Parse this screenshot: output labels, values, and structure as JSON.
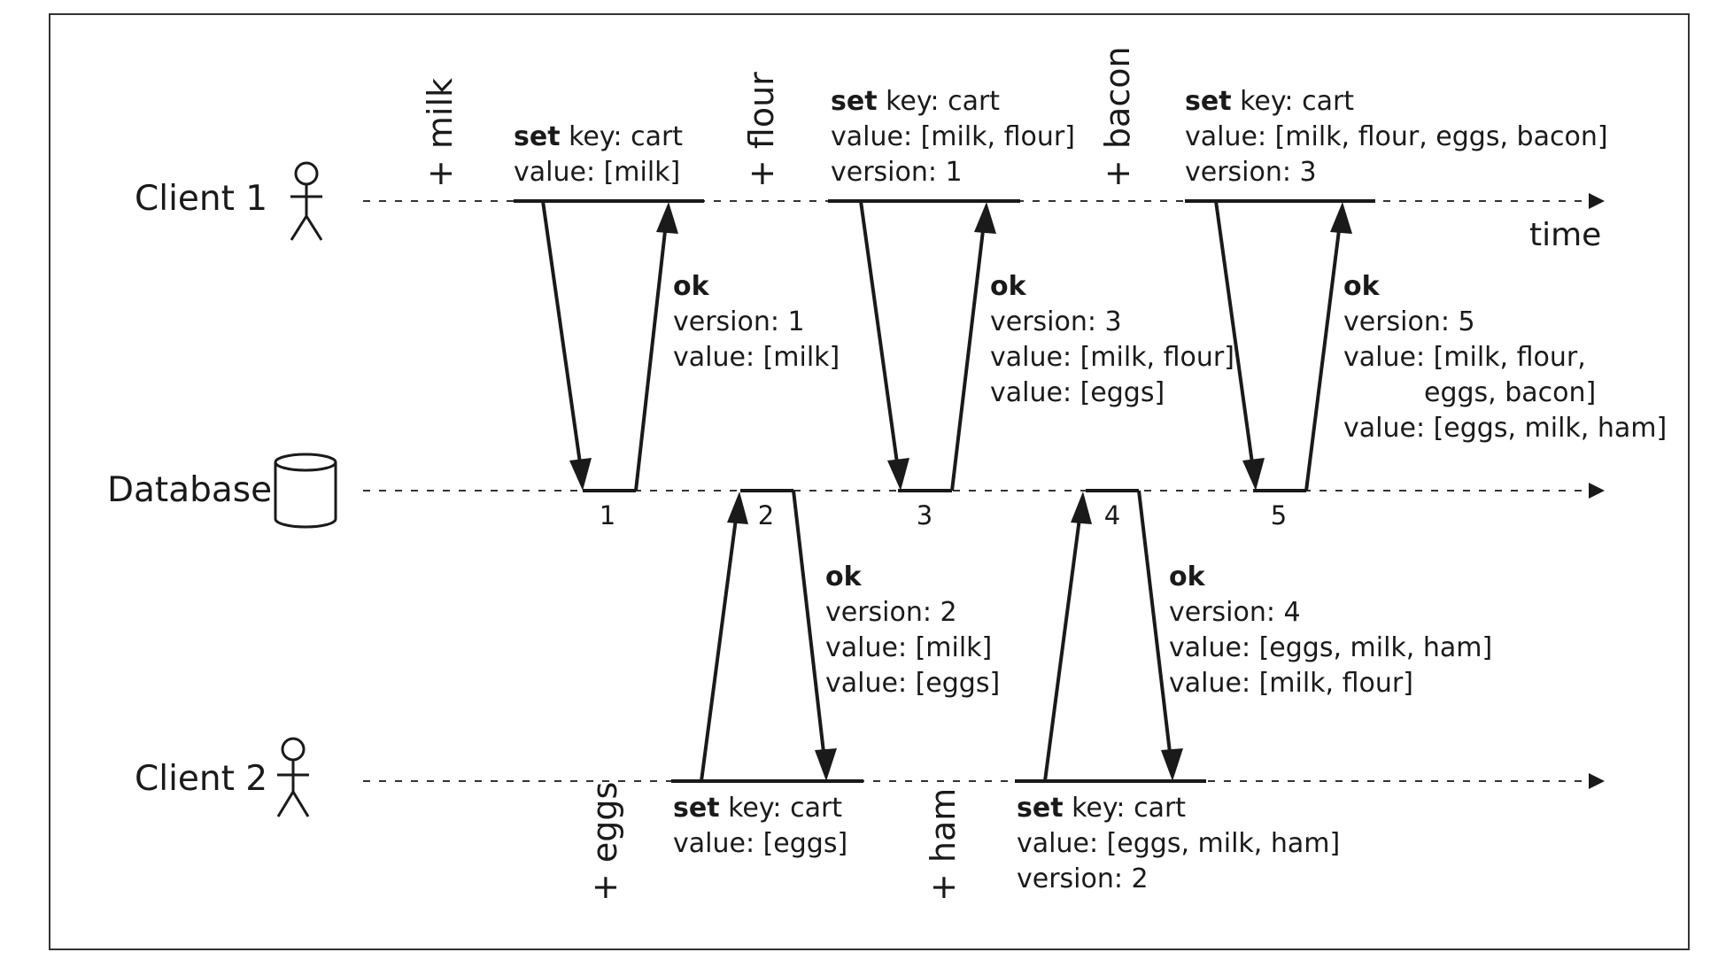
{
  "lanes": {
    "client1": "Client 1",
    "database": "Database",
    "client2": "Client 2",
    "time": "time"
  },
  "versions": [
    "1",
    "2",
    "3",
    "4",
    "5"
  ],
  "client1_actions": [
    "+ milk",
    "+ flour",
    "+ bacon"
  ],
  "client2_actions": [
    "+ eggs",
    "+ ham"
  ],
  "requests": [
    {
      "cmd": "set",
      "key": "key: cart",
      "lines": [
        "value: [milk]"
      ]
    },
    {
      "cmd": "set",
      "key": "key: cart",
      "lines": [
        "value: [milk, flour]",
        "version: 1"
      ]
    },
    {
      "cmd": "set",
      "key": "key: cart",
      "lines": [
        "value: [milk, flour, eggs, bacon]",
        "version: 3"
      ]
    },
    {
      "cmd": "set",
      "key": "key: cart",
      "lines": [
        "value: [eggs]"
      ]
    },
    {
      "cmd": "set",
      "key": "key: cart",
      "lines": [
        "value: [eggs, milk, ham]",
        "version: 2"
      ]
    }
  ],
  "responses": [
    {
      "status": "ok",
      "lines": [
        "version: 1",
        "value: [milk]"
      ]
    },
    {
      "status": "ok",
      "lines": [
        "version: 3",
        "value: [milk, flour]",
        "value: [eggs]"
      ]
    },
    {
      "status": "ok",
      "lines": [
        "version: 5",
        "value: [milk, flour,",
        "eggs, bacon]",
        "value: [eggs, milk, ham]"
      ]
    },
    {
      "status": "ok",
      "lines": [
        "version: 2",
        "value: [milk]",
        "value: [eggs]"
      ]
    },
    {
      "status": "ok",
      "lines": [
        "version: 4",
        "value: [eggs, milk, ham]",
        "value: [milk, flour]"
      ]
    }
  ]
}
